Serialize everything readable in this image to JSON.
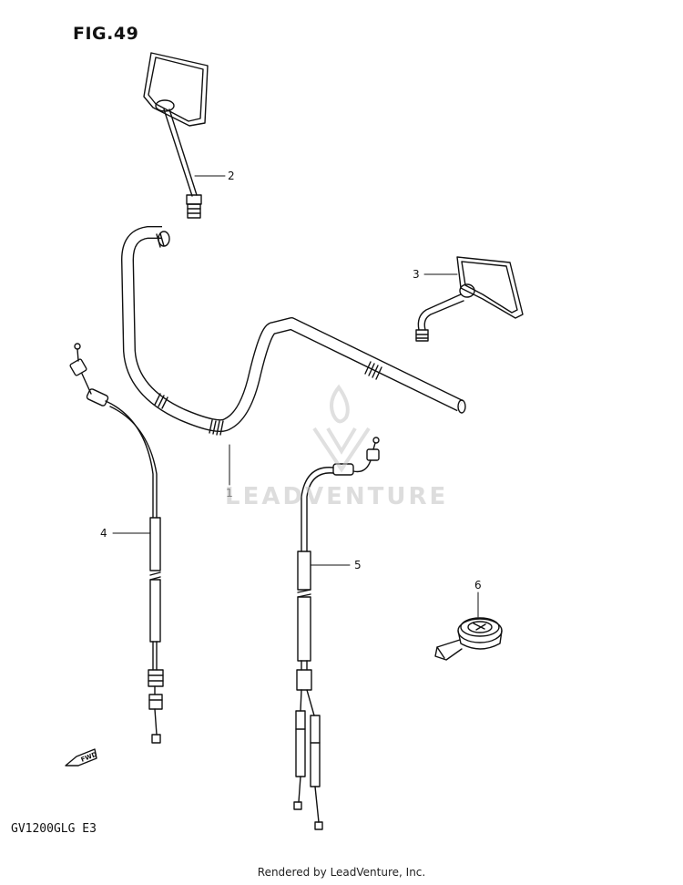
{
  "figure": {
    "title": "FIG.49",
    "model": "GV1200GLG  E3"
  },
  "footer": "Rendered by LeadVenture, Inc.",
  "watermark": {
    "text": "LEADVENTURE"
  },
  "direction_tag": "FWD",
  "callouts": [
    {
      "id": "1",
      "part": "handlebar"
    },
    {
      "id": "2",
      "part": "mirror-left"
    },
    {
      "id": "3",
      "part": "mirror-right"
    },
    {
      "id": "4",
      "part": "cable"
    },
    {
      "id": "5",
      "part": "cable"
    },
    {
      "id": "6",
      "part": "switch"
    }
  ]
}
